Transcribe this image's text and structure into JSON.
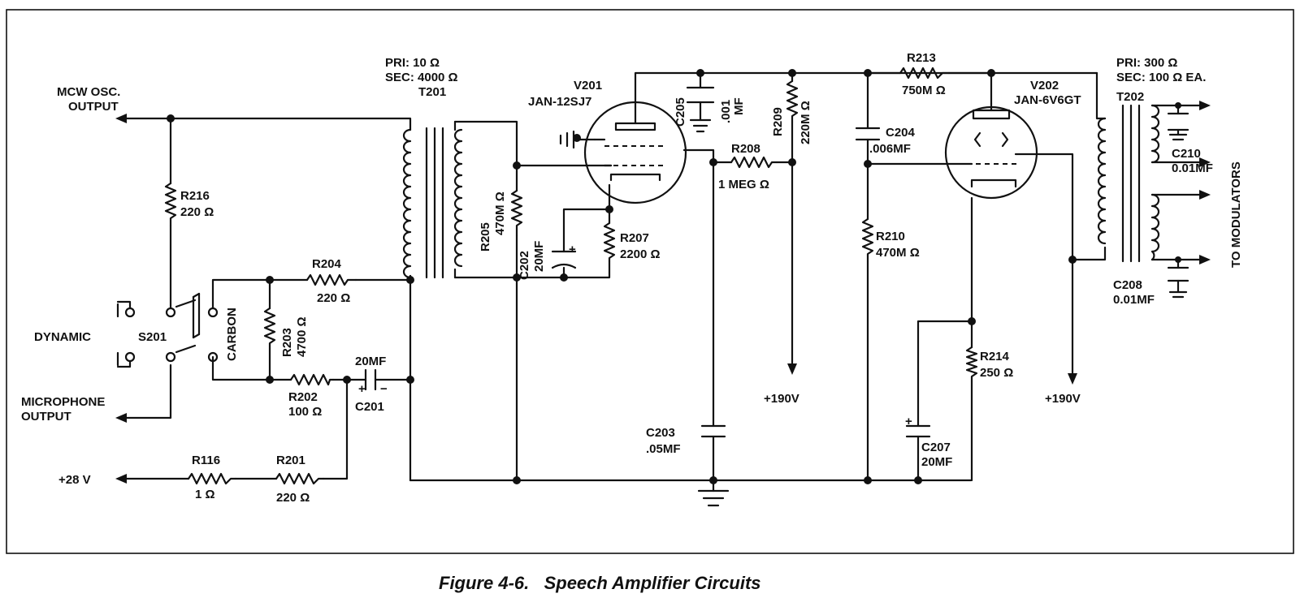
{
  "caption": "Figure 4-6.   Speech Amplifier Circuits",
  "labels": {
    "mcw1": "MCW OSC.",
    "mcw2": "OUTPUT",
    "dynamic": "DYNAMIC",
    "s201": "S201",
    "carbon": "CARBON",
    "mic1": "MICROPHONE",
    "mic2": "OUTPUT",
    "p28v": "+28 V",
    "r216a": "R216",
    "r216b": "220 Ω",
    "r204a": "R204",
    "r204b": "220 Ω",
    "r203a": "R203",
    "r203b": "4700 Ω",
    "r202a": "R202",
    "r202b": "100 Ω",
    "c201a": "20MF",
    "c201b": "C201",
    "r116a": "R116",
    "r116b": "1 Ω",
    "r201a": "R201",
    "r201b": "220 Ω",
    "t201pri": "PRI: 10 Ω",
    "t201sec": "SEC: 4000 Ω",
    "t201": "T201",
    "r205a": "R205",
    "r205b": "470M Ω",
    "c202a": "C202",
    "c202b": "20MF",
    "r207a": "R207",
    "r207b": "2200 Ω",
    "v201a": "V201",
    "v201b": "JAN-12SJ7",
    "c205a": "C205",
    "c205b": ".001",
    "c205c": "MF",
    "r209a": "R209",
    "r209b": "220M Ω",
    "r208a": "R208",
    "r208b": "1 MEG Ω",
    "p190a": "+190V",
    "c203a": "C203",
    "c203b": ".05MF",
    "r213a": "R213",
    "r213b": "750M Ω",
    "c204a": "C204",
    "c204b": ".006MF",
    "r210a": "R210",
    "r210b": "470M Ω",
    "v202a": "V202",
    "v202b": "JAN-6V6GT",
    "r214a": "R214",
    "r214b": "250 Ω",
    "c207a": "C207",
    "c207b": "20MF",
    "p190b": "+190V",
    "t202pri": "PRI: 300 Ω",
    "t202sec": "SEC: 100 Ω EA.",
    "t202": "T202",
    "c210a": "C210",
    "c210b": "0.01MF",
    "c208a": "C208",
    "c208b": "0.01MF",
    "tomod": "TO MODULATORS",
    "plus": "+",
    "minus": "−"
  }
}
